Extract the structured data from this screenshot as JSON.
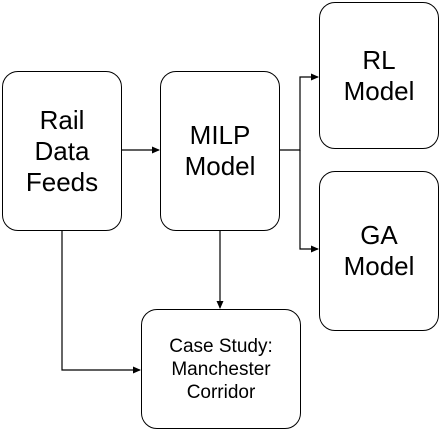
{
  "nodes": {
    "rail_data_feeds": {
      "lines": [
        "Rail",
        "Data",
        "Feeds"
      ]
    },
    "milp_model": {
      "lines": [
        "MILP",
        "Model"
      ]
    },
    "rl_model": {
      "lines": [
        "RL",
        "Model"
      ]
    },
    "ga_model": {
      "lines": [
        "GA",
        "Model"
      ]
    },
    "case_study": {
      "lines": [
        "Case Study:",
        "Manchester",
        "Corridor"
      ]
    }
  },
  "connections": [
    {
      "from": "rail_data_feeds",
      "to": "milp_model"
    },
    {
      "from": "milp_model",
      "to": "rl_model"
    },
    {
      "from": "milp_model",
      "to": "ga_model"
    },
    {
      "from": "milp_model",
      "to": "case_study"
    },
    {
      "from": "rail_data_feeds",
      "to": "case_study"
    }
  ],
  "colors": {
    "stroke": "#000000",
    "fill": "#ffffff",
    "text": "#000000"
  }
}
